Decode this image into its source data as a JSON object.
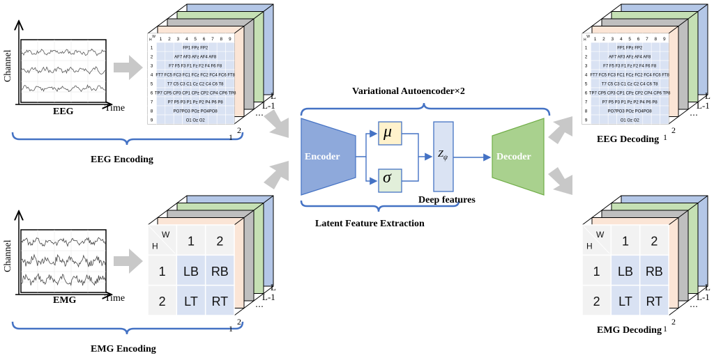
{
  "colors": {
    "accent_blue": "#4472c4",
    "encoder_fill": "#8ea9db",
    "decoder_fill": "#a9d18e",
    "mu_fill": "#fff2cc",
    "sigma_fill": "#e2efda",
    "latent_fill": "#dae3f3",
    "arrow_gray": "#c8c8c8",
    "layer_colors": [
      "#b4c7e7",
      "#c5e0b4",
      "#bfbfbf",
      "#fbe5d6"
    ]
  },
  "signals": {
    "eeg": {
      "ylabel": "Channel",
      "xlabel": "Time",
      "name": "EEG"
    },
    "emg": {
      "ylabel": "Channel",
      "xlabel": "Time",
      "name": "EMG"
    }
  },
  "stack_labels": {
    "l": "L",
    "l_minus_1": "L-1",
    "dots": "⋯",
    "one": "1",
    "two": "2"
  },
  "eeg_grid": {
    "corner_h": "H",
    "corner_w": "W",
    "cols": [
      "1",
      "2",
      "3",
      "4",
      "5",
      "6",
      "7",
      "8",
      "9"
    ],
    "rows": [
      {
        "n": "1",
        "text": "FP1 FPz FP2"
      },
      {
        "n": "2",
        "text": "AF7 AF3 AFz AF4 AF8"
      },
      {
        "n": "3",
        "text": "F7  F5  F3  F1  Fz  F2  F4  F6  F8"
      },
      {
        "n": "4",
        "text": "FT7 FC5 FC3 FC1 FCz FC2 FC4 FC6 FT8"
      },
      {
        "n": "5",
        "text": "T7  C5  C3  C1  Cz  C2  C4  C6  T8"
      },
      {
        "n": "6",
        "text": "TP7 CP5 CP3 CP1 CPz CP2 CP4 CP6 TP8"
      },
      {
        "n": "7",
        "text": "P7  P5  P3  P1  Pz  P2  P4  P6  P8"
      },
      {
        "n": "8",
        "text": "PO7PO3 POz PO4PO8"
      },
      {
        "n": "9",
        "text": "O1  Oz  O2"
      }
    ]
  },
  "emg_grid": {
    "corner_w": "W",
    "corner_h": "H",
    "col1": "1",
    "col2": "2",
    "row1": "1",
    "row2": "2",
    "lb": "LB",
    "rb": "RB",
    "lt": "LT",
    "rt": "RT"
  },
  "vae": {
    "title": "Variational  Autoencoder×2",
    "encoder": "Encoder",
    "decoder": "Decoder",
    "mu": "μ",
    "sigma": "σ",
    "z": "Z",
    "z_sub": "ψ",
    "deep_features": "Deep features",
    "latent": "Latent Feature Extraction"
  },
  "captions": {
    "eeg_encoding": "EEG Encoding",
    "emg_encoding": "EMG Encoding",
    "eeg_decoding": "EEG Decoding",
    "emg_decoding": "EMG Decoding"
  }
}
